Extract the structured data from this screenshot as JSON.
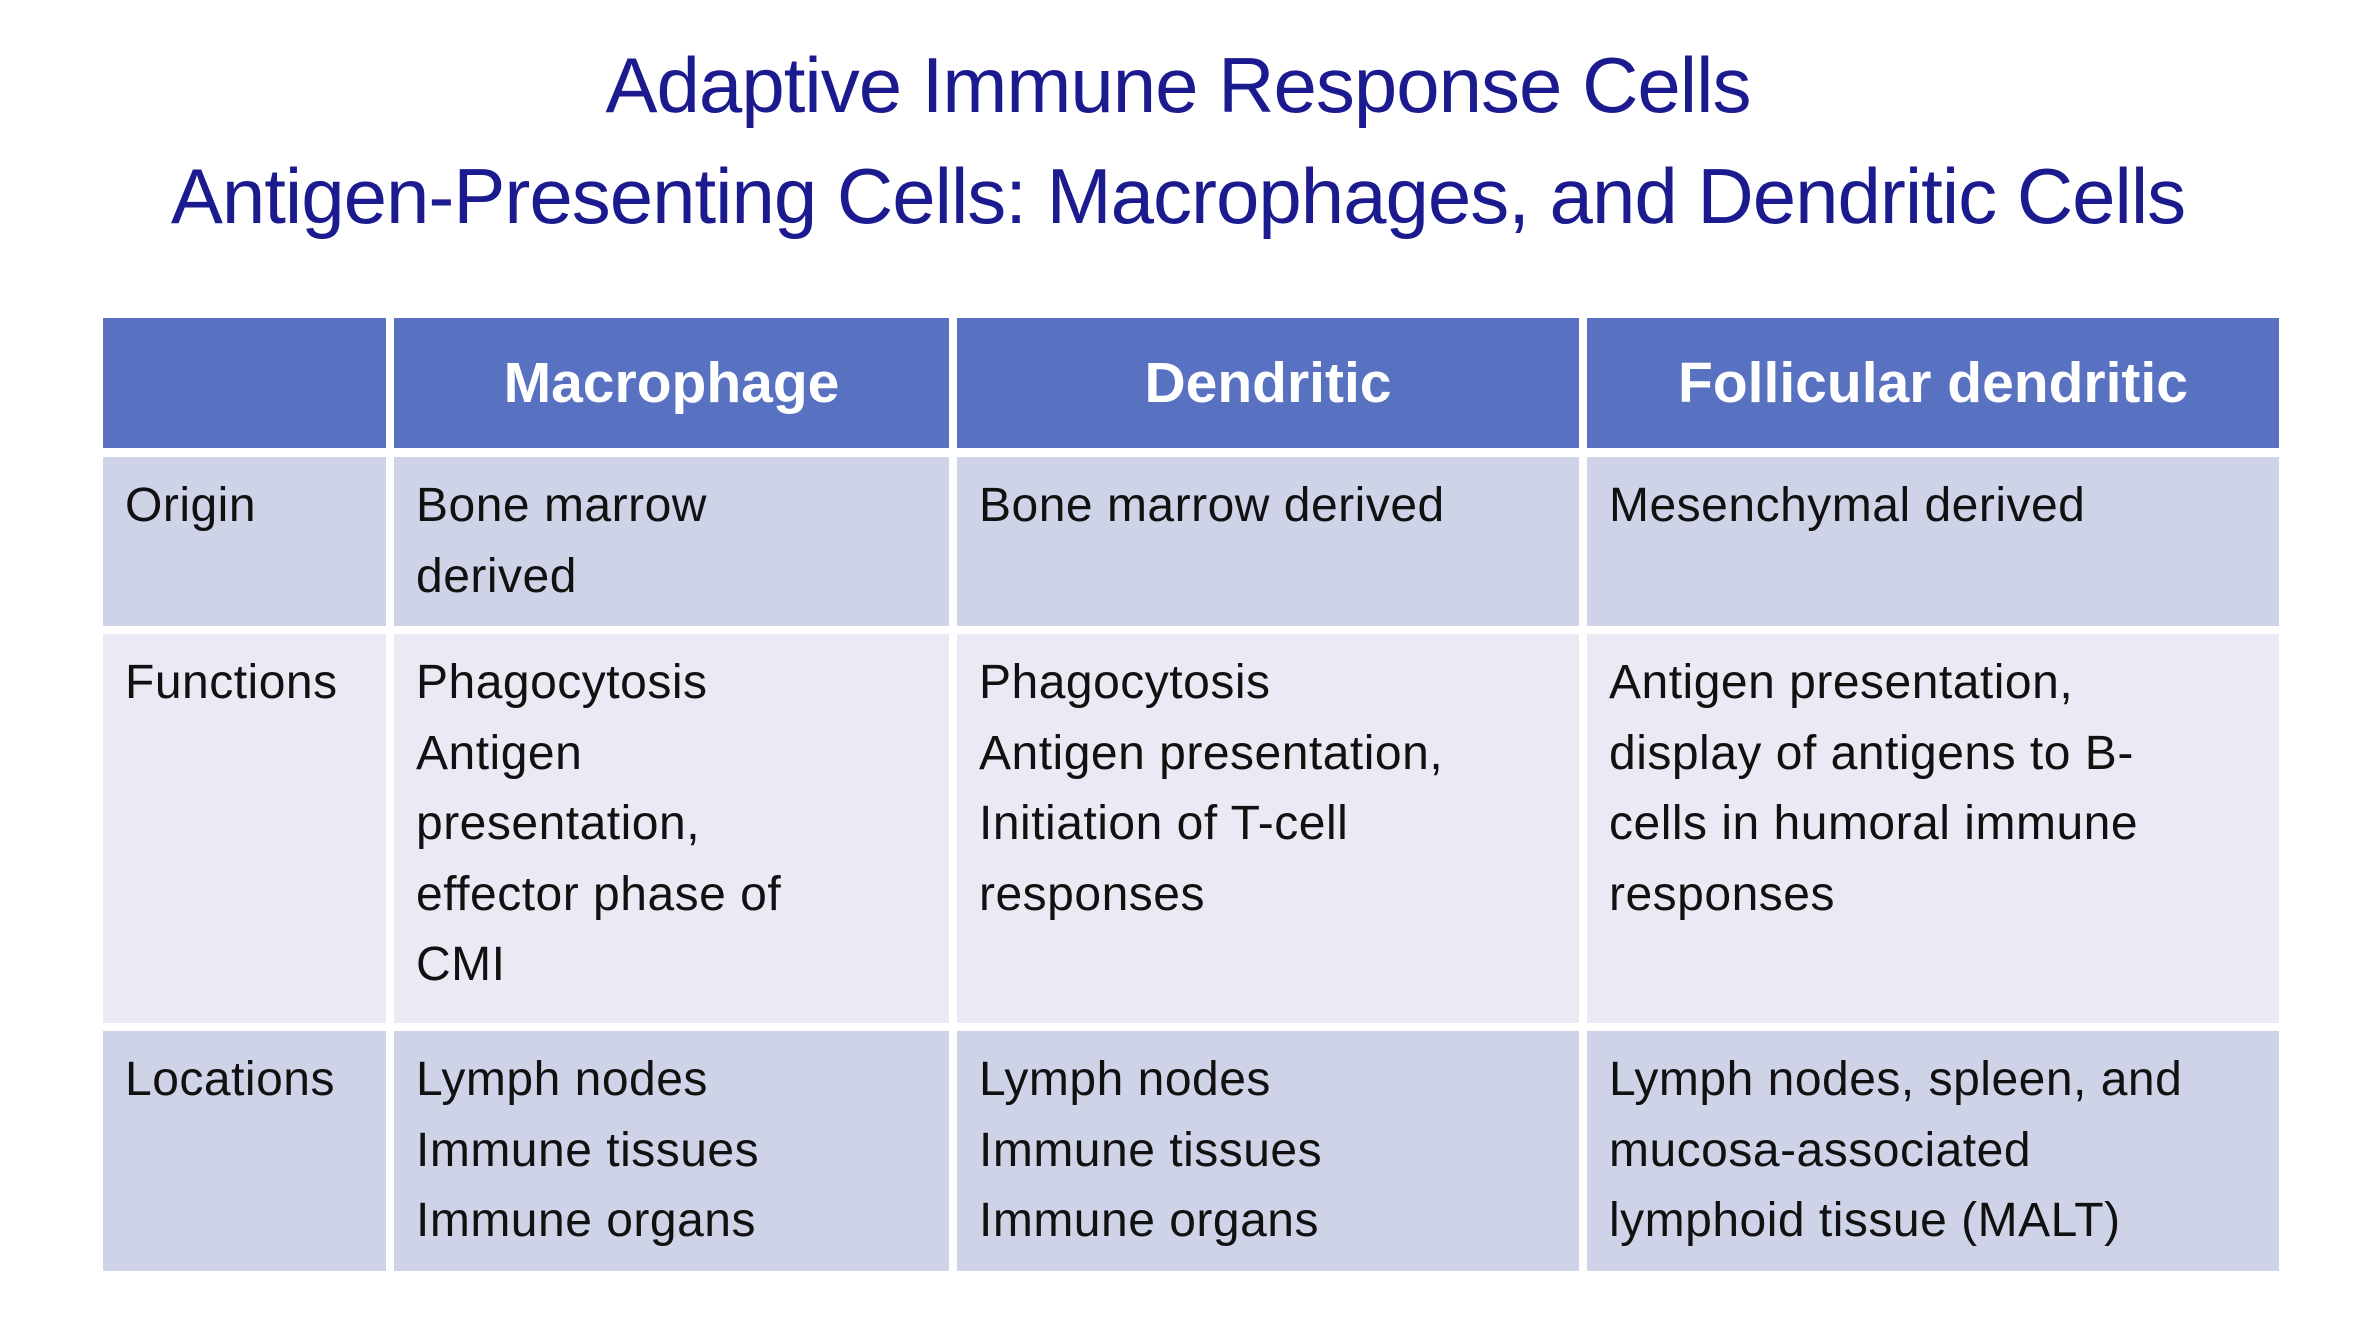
{
  "title": {
    "line1": "Adaptive Immune Response Cells",
    "line2": "Antigen-Presenting Cells: Macrophages, and Dendritic Cells"
  },
  "table": {
    "headers": [
      "",
      "Macrophage",
      "Dendritic",
      "Follicular dendritic"
    ],
    "rows": [
      {
        "label": "Origin",
        "cells": [
          "Bone marrow\nderived",
          "Bone marrow derived",
          "Mesenchymal derived"
        ]
      },
      {
        "label": "Functions",
        "cells": [
          "Phagocytosis\nAntigen\npresentation,\neffector phase of\nCMI",
          "Phagocytosis\nAntigen presentation,\nInitiation of T-cell\nresponses",
          "Antigen presentation,\ndisplay of antigens to B-\ncells in humoral immune\nresponses"
        ]
      },
      {
        "label": "Locations",
        "cells": [
          "Lymph nodes\nImmune tissues\nImmune organs",
          "Lymph nodes\nImmune tissues\nImmune organs",
          "Lymph nodes, spleen, and\nmucosa-associated\nlymphoid tissue (MALT)"
        ]
      }
    ]
  },
  "colors": {
    "title_text": "#1B1B8F",
    "header_bg": "#5872C1",
    "header_text": "#FFFFFF",
    "row_band_dark": "#CFD3E8",
    "row_band_light": "#E9EAF3",
    "body_text": "#111111",
    "divider": "#FFFFFF"
  }
}
